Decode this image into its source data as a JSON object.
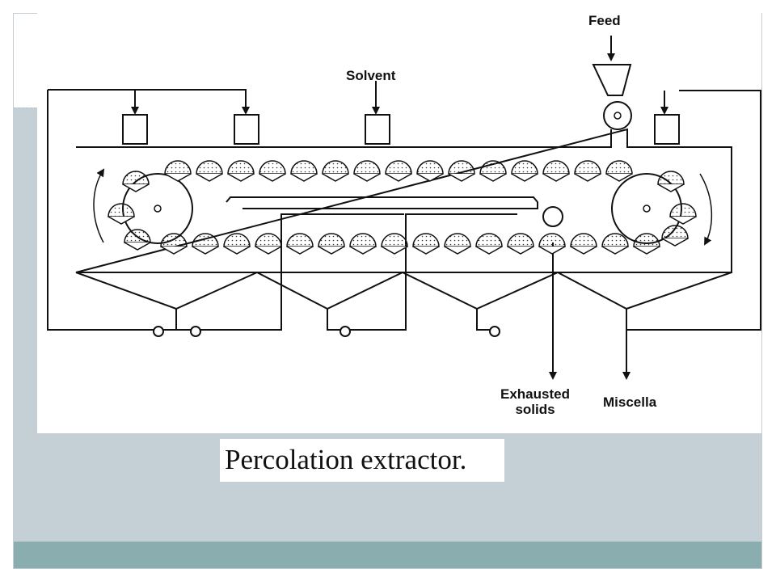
{
  "slide": {
    "caption": "Percolation extractor."
  },
  "diagram": {
    "labels": {
      "feed": "Feed",
      "solvent": "Solvent",
      "exhausted_line1": "Exhausted",
      "exhausted_line2": "solids",
      "miscella": "Miscella"
    }
  },
  "colors": {
    "band": "#c5d0d6",
    "footer": "#8aaeb0",
    "line": "#111111"
  }
}
